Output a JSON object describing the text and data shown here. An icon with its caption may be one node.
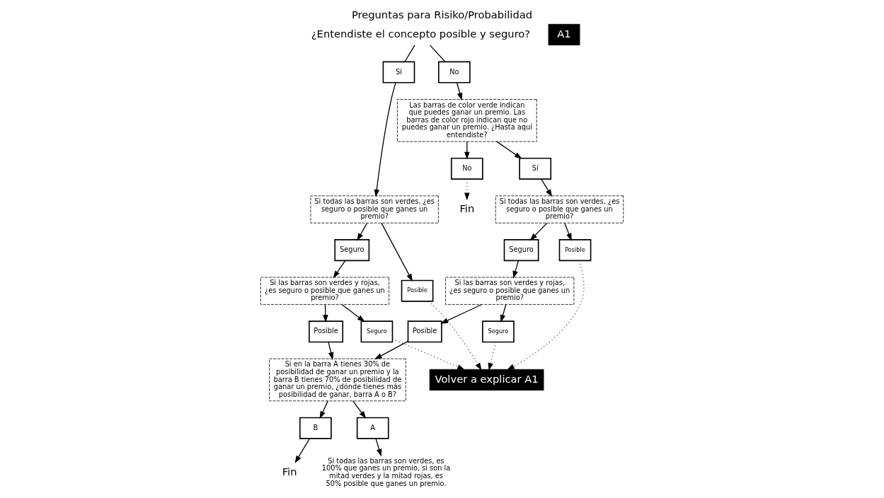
{
  "diagram": {
    "title": "Preguntas para Risiko/Probabilidad",
    "nodes": [
      {
        "text": [
          "¿Entendiste el concepto posible y seguro?"
        ]
      },
      {
        "text": [
          "Sí"
        ]
      },
      {
        "text": [
          "No"
        ]
      },
      {
        "text": [
          "Si todas las barras son verdes, ¿es seguro o posible que ganes un premio?"
        ]
      },
      {
        "text": [
          "Seguro"
        ]
      },
      {
        "text": [
          "Posible"
        ]
      },
      {
        "text": [
          "Volver a explicar A1"
        ]
      },
      {
        "text": [
          "Si las barras son verdes y rojas, ¿es seguro o posible que ganes un premio?"
        ]
      },
      {
        "text": [
          "Posible"
        ]
      },
      {
        "text": [
          "Seguro"
        ]
      },
      {
        "text": [
          "Si en la barra A tienes 30% de posibilidad de ganar un premio y la barra B tienes 70% de posibilidad de ganar un premio, ¿dónde tienes más posibilidad de ganar, barra A o B?"
        ]
      },
      {
        "text": [
          "B"
        ]
      },
      {
        "text": [
          "Fin"
        ]
      },
      {
        "text": [
          "A"
        ]
      },
      {
        "text": [
          "Si todas las barras son verdes, es 100% que ganes un premio, si son la mitad verdes y la mitad rojas, es 50% posible que ganes un premio."
        ]
      },
      {
        "text": [
          "Las barras de color verde indican que puedes ganar un premio. Las barras de color rojo indican que no puedes ganar un premio. ¿Hasta aquí entendiste?"
        ]
      },
      {
        "text": [
          "No"
        ]
      },
      {
        "text": [
          "Fin"
        ]
      },
      {
        "text": [
          "Sí"
        ]
      },
      {
        "text": [
          "A1"
        ]
      },
      {
        "text": [
          "Si todas las barras son verdes, ¿es seguro o posible que ganes un premio?"
        ]
      },
      {
        "text": [
          "Seguro"
        ]
      },
      {
        "text": [
          "Posible"
        ]
      },
      {
        "text": [
          "Si las barras son verdes y rojas, ¿es seguro o posible que ganes un premio?"
        ]
      },
      {
        "text": [
          "Posible"
        ]
      },
      {
        "text": [
          "Seguro"
        ]
      }
    ],
    "edges": [
      {
        "from": 0,
        "to": 1,
        "arrow": "none"
      },
      {
        "from": 0,
        "to": 2,
        "arrow": "none"
      },
      {
        "from": 1,
        "to": 3,
        "arrow": "to"
      },
      {
        "from": 2,
        "to": 15,
        "arrow": "to"
      },
      {
        "from": 3,
        "to": 4,
        "arrow": "to"
      },
      {
        "from": 3,
        "to": 5,
        "arrow": "to"
      },
      {
        "from": 5,
        "to": 6,
        "arrow": "to",
        "style": "dashed"
      },
      {
        "from": 4,
        "to": 7,
        "arrow": "to"
      },
      {
        "from": 7,
        "to": 8,
        "arrow": "to"
      },
      {
        "from": 7,
        "to": 9,
        "arrow": "to"
      },
      {
        "from": 9,
        "to": 6,
        "arrow": "to",
        "style": "dashed"
      },
      {
        "from": 8,
        "to": 10,
        "arrow": "to"
      },
      {
        "from": 10,
        "to": 11,
        "arrow": "to"
      },
      {
        "from": 11,
        "to": 12,
        "arrow": "to"
      },
      {
        "from": 10,
        "to": 13,
        "arrow": "to"
      },
      {
        "from": 13,
        "to": 14,
        "arrow": "to"
      },
      {
        "from": 15,
        "to": 16,
        "arrow": "to"
      },
      {
        "from": 16,
        "to": 17,
        "arrow": "to",
        "style": "dashed"
      },
      {
        "from": 15,
        "to": 18,
        "arrow": "to"
      },
      {
        "from": 18,
        "to": 20,
        "arrow": "to"
      },
      {
        "from": 20,
        "to": 21,
        "arrow": "to"
      },
      {
        "from": 20,
        "to": 22,
        "arrow": "to"
      },
      {
        "from": 22,
        "to": 6,
        "arrow": "to",
        "style": "dashed"
      },
      {
        "from": 21,
        "to": 23,
        "arrow": "to"
      },
      {
        "from": 23,
        "to": 24,
        "arrow": "to"
      },
      {
        "from": 23,
        "to": 25,
        "arrow": "to"
      },
      {
        "from": 25,
        "to": 6,
        "arrow": "to",
        "style": "dashed"
      },
      {
        "from": 24,
        "to": 10,
        "arrow": "to"
      }
    ]
  }
}
